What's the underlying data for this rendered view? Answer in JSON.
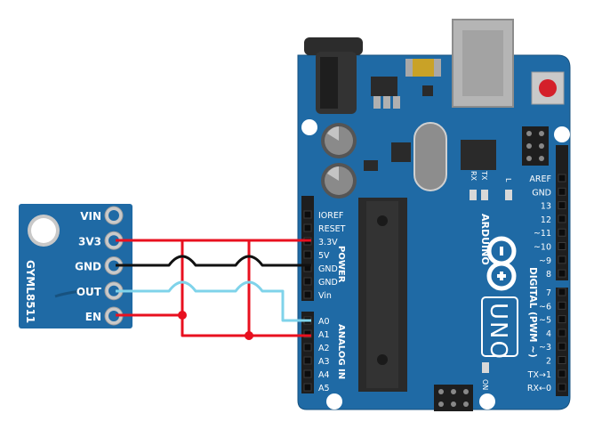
{
  "sensor": {
    "name": "GYML8511",
    "pins": [
      "VIN",
      "3V3",
      "GND",
      "OUT",
      "EN"
    ]
  },
  "arduino": {
    "brand": "ARDUINO",
    "model": "UNO",
    "power_header": [
      "IOREF",
      "RESET",
      "3.3V",
      "5V",
      "GND",
      "GND",
      "Vin"
    ],
    "power_label": "POWER",
    "analog_header": [
      "A0",
      "A1",
      "A2",
      "A3",
      "A4",
      "A5"
    ],
    "analog_label": "ANALOG IN",
    "digital_header": [
      "AREF",
      "GND",
      "13",
      "12",
      "~11",
      "~10",
      "~9",
      "8",
      "7",
      "~6",
      "~5",
      "4",
      "~3",
      "2",
      "TX→1",
      "RX←0"
    ],
    "digital_label": "DIGITAL (PWM ~)",
    "tx_label": "TX",
    "rx_label": "RX",
    "l_label": "L",
    "on_label": "ON"
  },
  "wire_colors": {
    "power": "#e8101f",
    "ground": "#111111",
    "signal": "#7fd3ea"
  }
}
